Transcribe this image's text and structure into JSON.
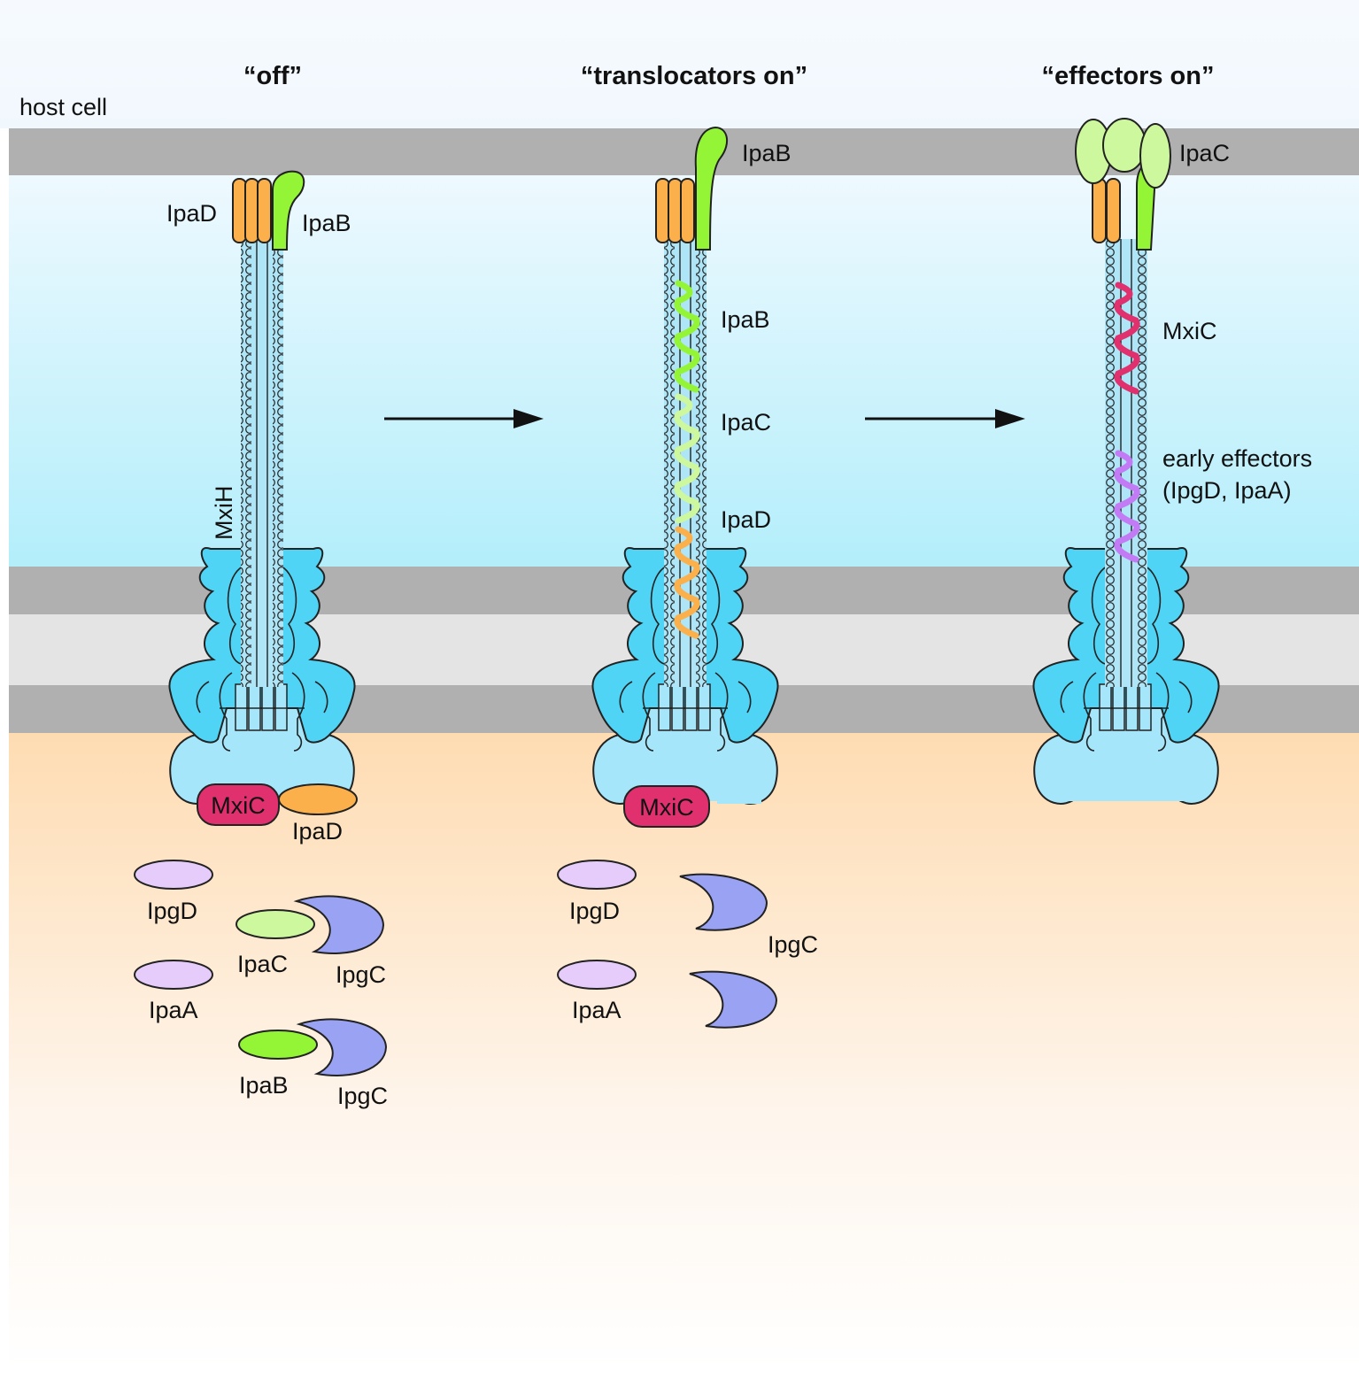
{
  "panels": [
    {
      "title": "“off”"
    },
    {
      "title": "“translocators on”"
    },
    {
      "title": "“effectors on”"
    }
  ],
  "host_cell_label": "host cell",
  "panel1": {
    "ipaD_tip": "IpaD",
    "ipaB_tip": "IpaB",
    "needle_label": "MxiH",
    "mxic_box": "MxiC",
    "ipaD_base": "IpaD",
    "cyto": {
      "ipgD": "IpgD",
      "ipaA": "IpaA",
      "ipaC": "IpaC",
      "ipgC_1": "IpgC",
      "ipaB": "IpaB",
      "ipgC_2": "IpgC"
    }
  },
  "panel2": {
    "ipaB_tip": "IpaB",
    "inside_ipaB": "IpaB",
    "inside_ipaC": "IpaC",
    "inside_ipaD": "IpaD",
    "mxic_box": "MxiC",
    "cyto": {
      "ipgD": "IpgD",
      "ipaA": "IpaA",
      "ipgC": "IpgC"
    }
  },
  "panel3": {
    "ipaC_tip": "IpaC",
    "mxic_inside": "MxiC",
    "effectors_line1": "early effectors",
    "effectors_line2": "(IpgD, IpaA)"
  },
  "colors": {
    "membrane": "#b0b0b0",
    "periplasm": "#e4e4e4",
    "extracellular_top": "#f4f9fd",
    "extracellular_bottom": "#b3eefb",
    "cytoplasm_top": "#fedcb2",
    "needle": "#aee6f7",
    "basal_body": "#4fd4f5",
    "basal_body_light": "#a6e6fa",
    "ipaD": "#fbb04c",
    "ipaB": "#93f535",
    "ipaC": "#cdf89e",
    "mxiC": "#e0306e",
    "ipgC": "#9aa2f3",
    "effector": "#e6ccfa",
    "effector_squiggle": "#c27bf4"
  }
}
